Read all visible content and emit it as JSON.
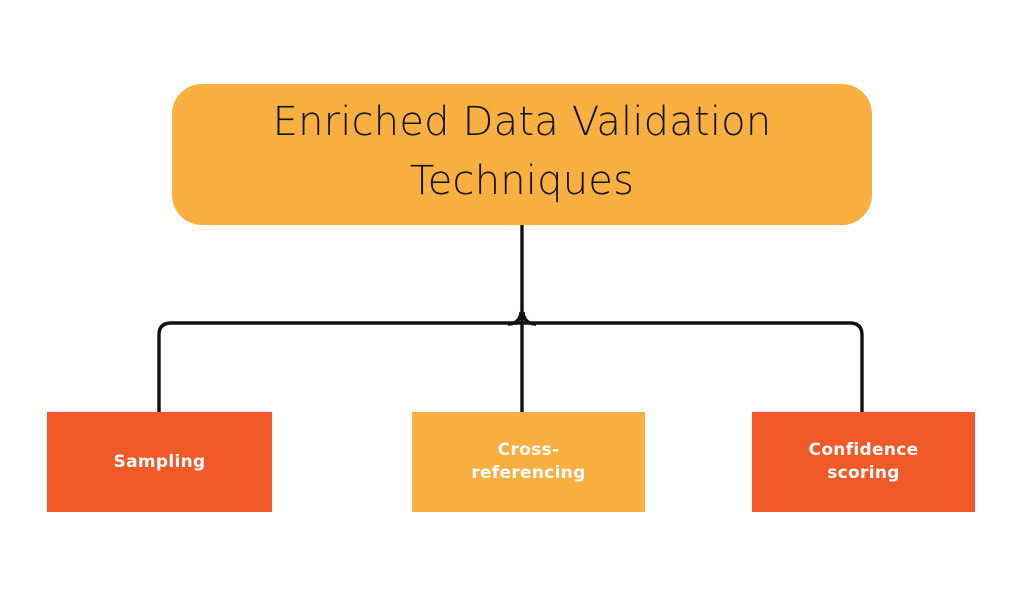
{
  "diagram": {
    "type": "tree-hierarchy",
    "orientation": "top-down",
    "background_color": "#ffffff",
    "connector_color": "#111111",
    "root": {
      "label": "Enriched Data Validation\nTechniques",
      "fill_color": "#fab040",
      "text_color": "#111111",
      "shape": "rounded-rectangle"
    },
    "children": [
      {
        "label": "Sampling",
        "fill_color": "#f05a28",
        "text_color": "#ffffff",
        "shape": "rectangle"
      },
      {
        "label": "Cross-\nreferencing",
        "fill_color": "#fab040",
        "text_color": "#ffffff",
        "shape": "rectangle"
      },
      {
        "label": "Confidence\nscoring",
        "fill_color": "#f05a28",
        "text_color": "#ffffff",
        "shape": "rectangle"
      }
    ]
  }
}
